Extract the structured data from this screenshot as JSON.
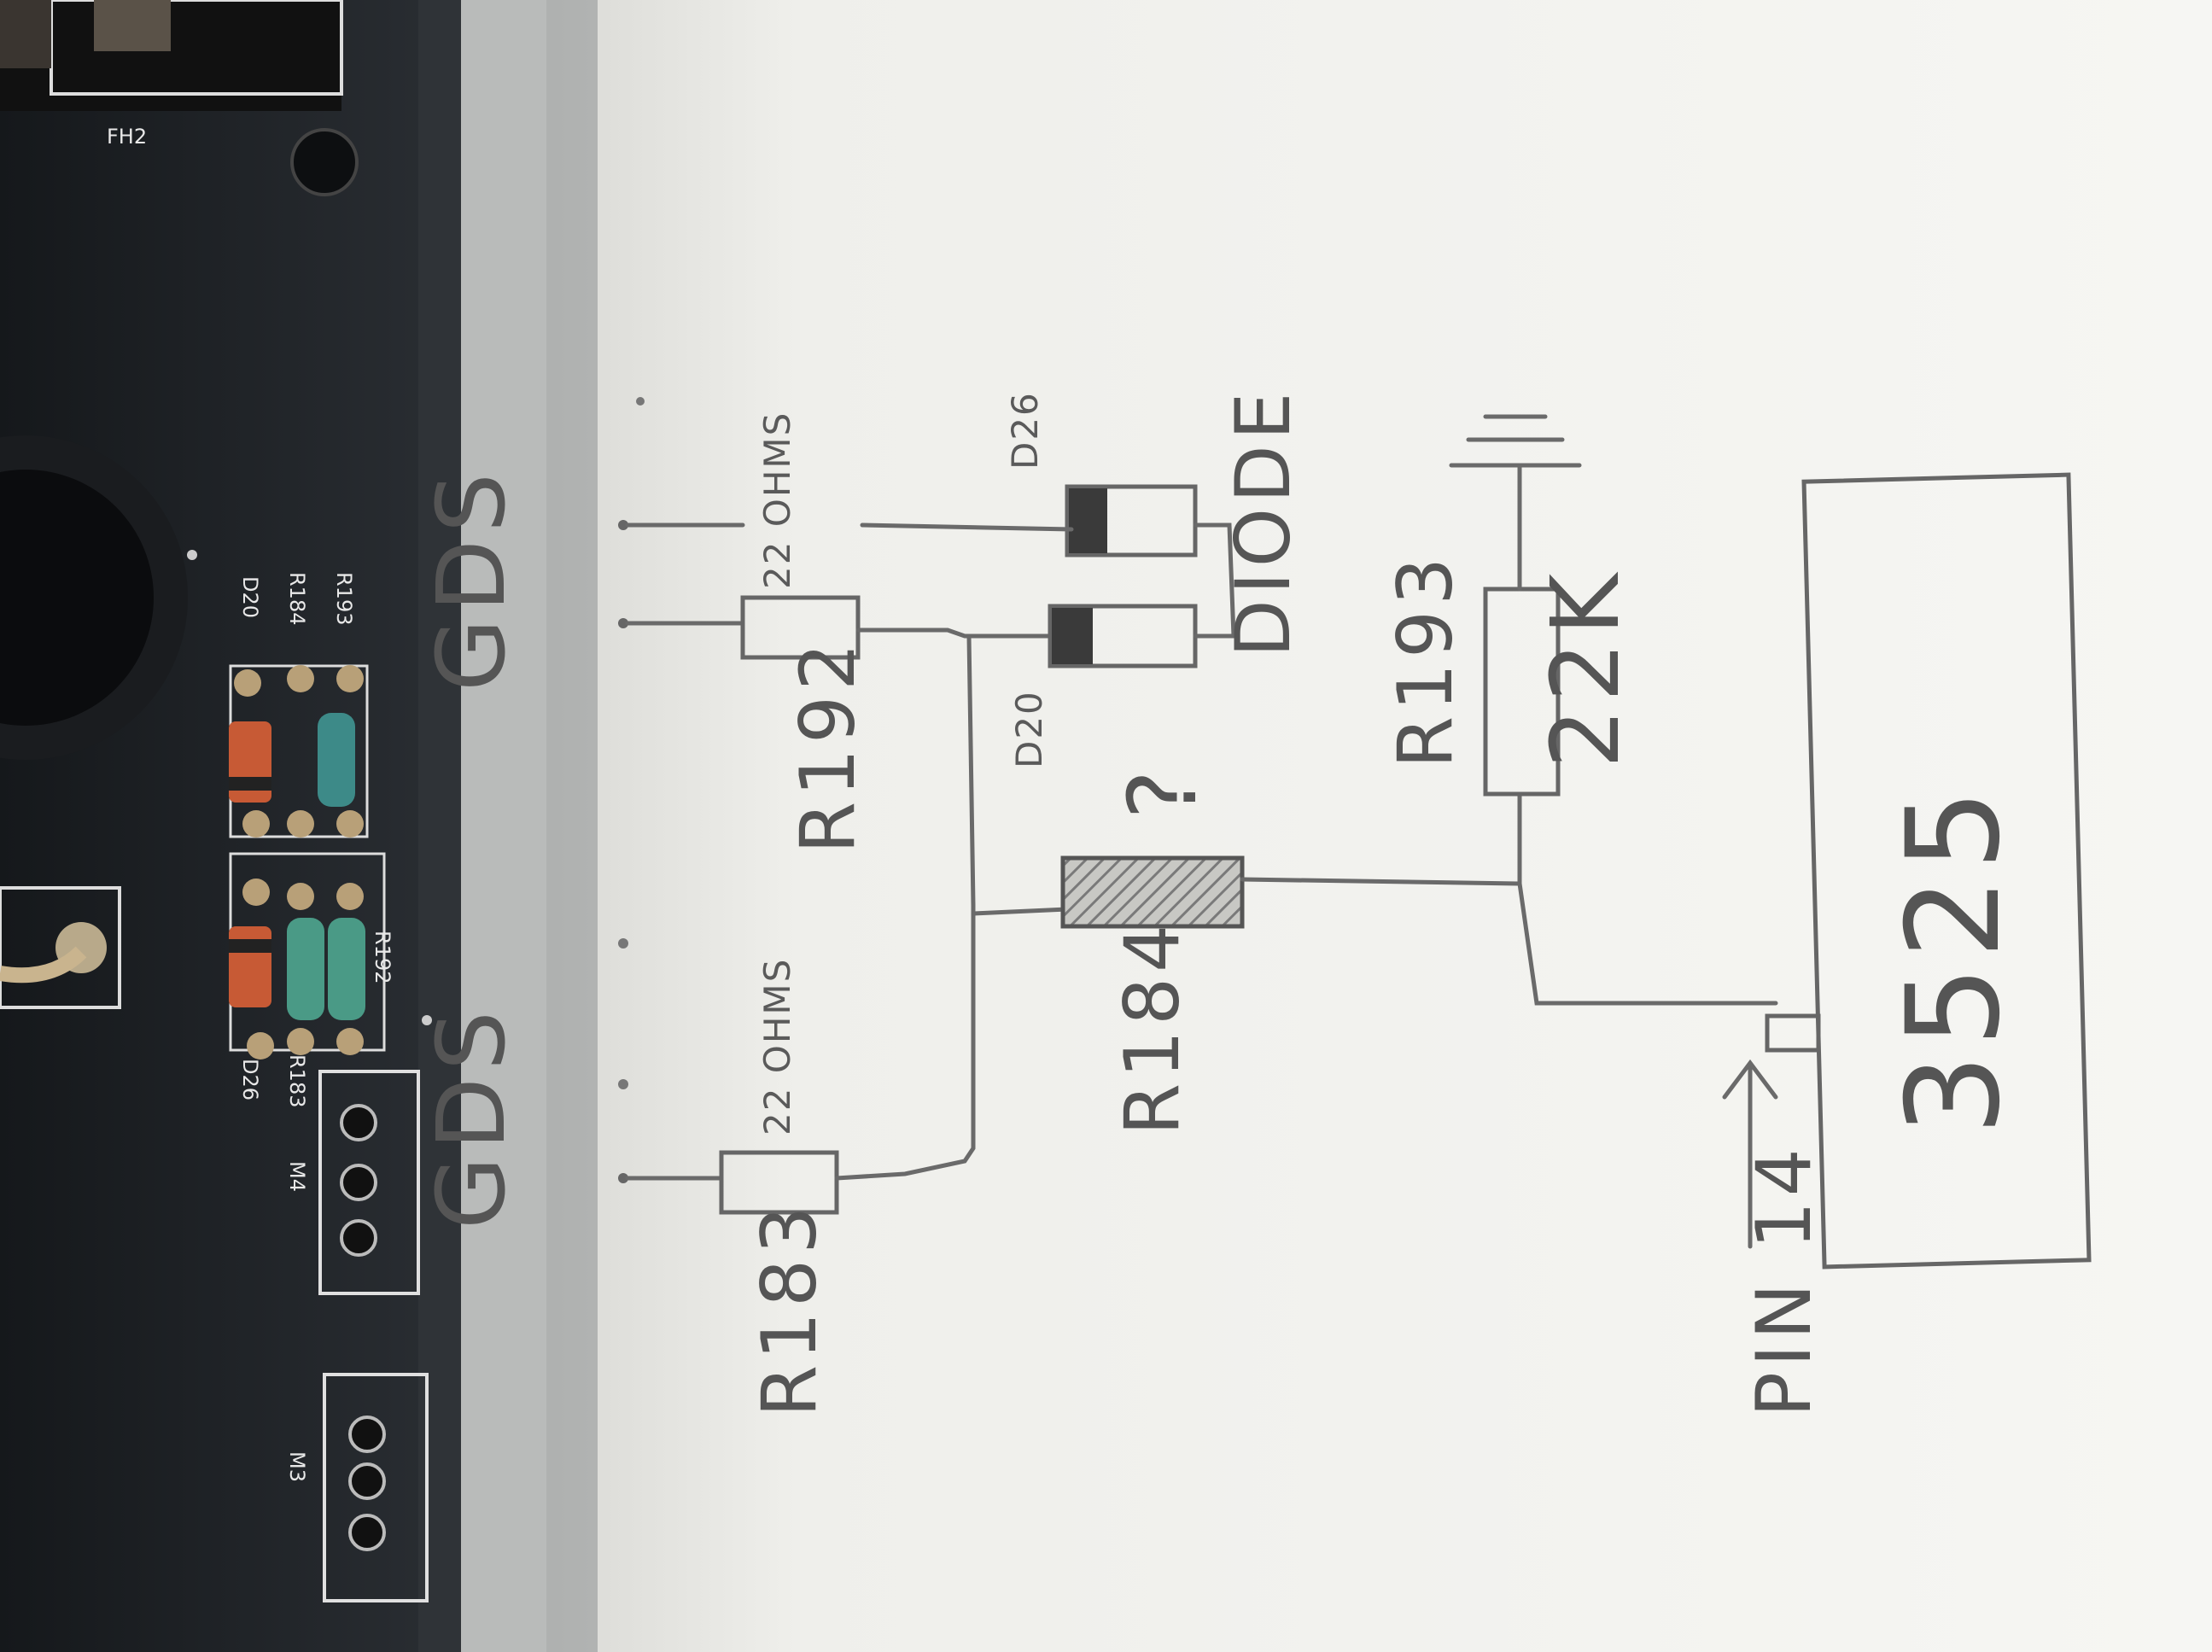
{
  "pcb": {
    "labels": {
      "fh2": "FH2",
      "r193": "R193",
      "r184": "R184",
      "d20": "D20",
      "r192": "R192",
      "r183": "R183",
      "d26": "D26",
      "m4": "M4",
      "m3": "M3"
    }
  },
  "sketch": {
    "gds_left": "GDS",
    "gds_right": "GDS",
    "r183": {
      "name": "R183",
      "value": "22 OHMS"
    },
    "r192": {
      "name": "R192",
      "value": "22 OHMS"
    },
    "d20": "D20",
    "d26": "D26",
    "diode_caption": "DIODE",
    "r184": {
      "name": "R184",
      "value": "?"
    },
    "r193": {
      "name": "R193",
      "value": "22K"
    },
    "chip": "3525",
    "pin_note": "PIN 14"
  },
  "colors": {
    "board": "#1e2124",
    "silkscreen": "#e8e8e8",
    "paper": "#f2f2ee",
    "pencil": "#5a5a5a"
  }
}
